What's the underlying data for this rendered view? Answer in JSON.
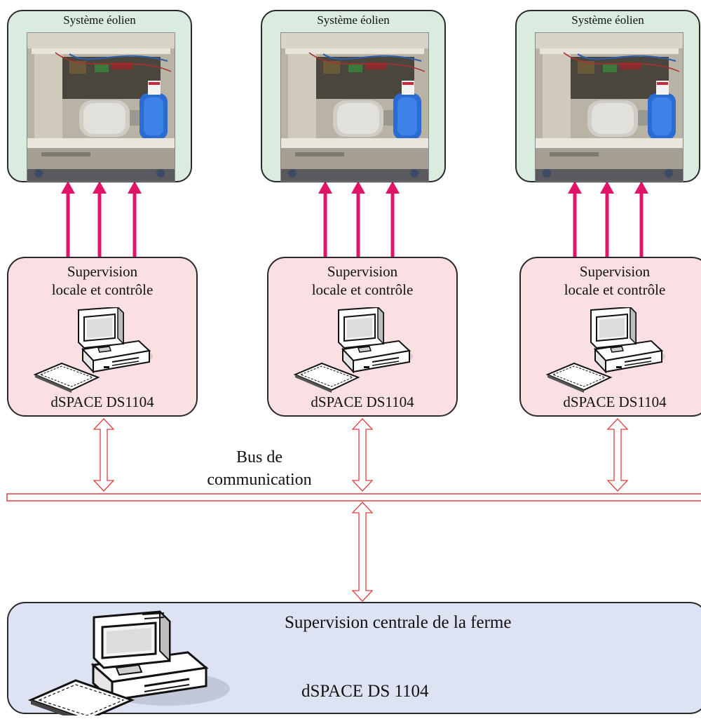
{
  "wind_systems": [
    {
      "title": "Système éolien"
    },
    {
      "title": "Système éolien"
    },
    {
      "title": "Système éolien"
    }
  ],
  "local_units": [
    {
      "title_line1": "Supervision",
      "title_line2": "locale et contrôle",
      "hardware": "dSPACE DS1104"
    },
    {
      "title_line1": "Supervision",
      "title_line2": "locale et contrôle",
      "hardware": "dSPACE DS1104"
    },
    {
      "title_line1": "Supervision",
      "title_line2": "locale et contrôle",
      "hardware": "dSPACE DS1104"
    }
  ],
  "bus": {
    "line1": "Bus de",
    "line2": "communication"
  },
  "central": {
    "title": "Supervision centrale de la ferme",
    "hardware": "dSPACE DS 1104"
  },
  "colors": {
    "wind_box_bg": "#d9ecdf",
    "local_box_bg": "#fbe0e3",
    "central_box_bg": "#dde3f2",
    "control_arrow": "#e0156a",
    "bus_outline": "#e04040"
  },
  "icons": {
    "workstation": "computer-icon",
    "photo": "wind-test-bench-photo"
  }
}
